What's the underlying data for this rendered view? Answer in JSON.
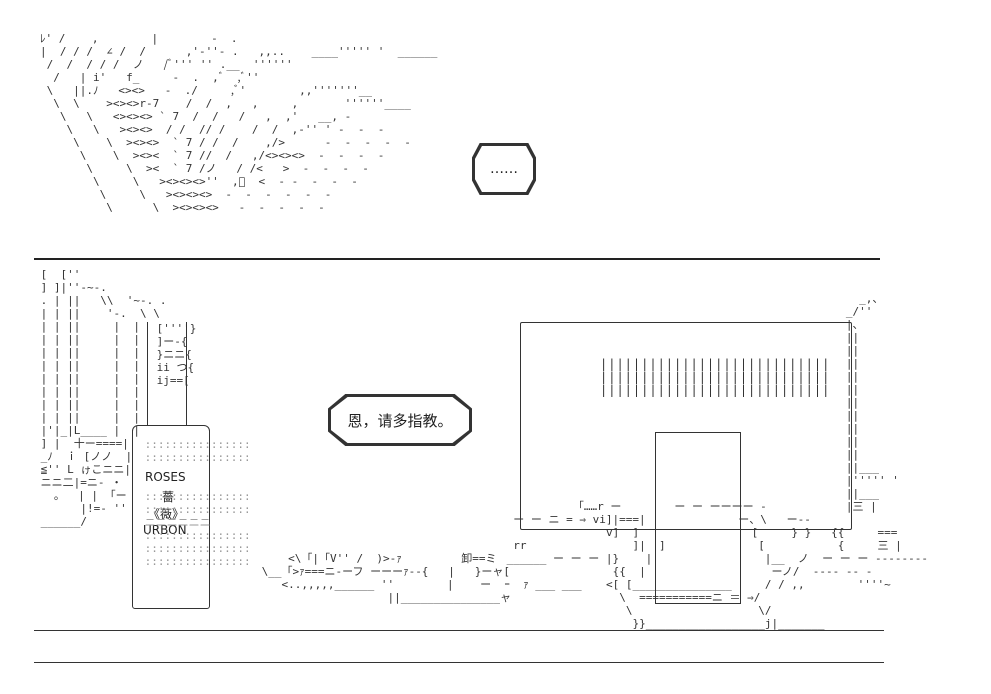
{
  "speech": {
    "top": "……",
    "bottom": "恩，请多指教。"
  },
  "bottle_label": {
    "line1": "ROSES",
    "line2": "薔",
    "line3": "《薇》",
    "line4": "URBON"
  }
}
